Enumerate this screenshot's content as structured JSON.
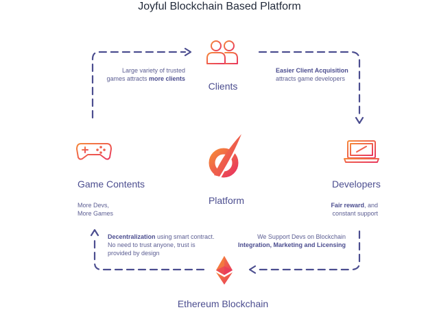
{
  "title": "Joyful Blockchain Based Platform",
  "nodes": {
    "clients": "Clients",
    "developers": "Developers",
    "platform": "Platform",
    "game_contents": "Game Contents",
    "ethereum": "Ethereum Blockchain"
  },
  "descriptions": {
    "top_left_1": "Large variety of trusted",
    "top_left_2_pre": "games attracts ",
    "top_left_2_bold": "more clients",
    "top_right_1_bold": "Easier Client Acquisition",
    "top_right_2": "attracts game developers",
    "mid_left_1": "More Devs,",
    "mid_left_2": "More Games",
    "mid_right_1_bold": "Fair reward",
    "mid_right_1_post": ", and",
    "mid_right_2": "constant support",
    "bottom_left_1_bold": "Decentralization",
    "bottom_left_1_post": " using smart contract.",
    "bottom_left_2": "No need to trust anyone, trust is",
    "bottom_left_3": "provided by design",
    "bottom_right_1": "We Support Devs on Blockchain",
    "bottom_right_2": "Integration, Marketing and Licensing"
  },
  "colors": {
    "accent_start": "#f5873a",
    "accent_end": "#e8365d",
    "flow": "#4b4d8f",
    "text": "#4b4d8f"
  },
  "icons": {
    "clients": "users-icon",
    "game_contents": "gamepad-icon",
    "developers": "laptop-icon",
    "platform": "platform-logo-icon",
    "ethereum": "ethereum-icon"
  }
}
